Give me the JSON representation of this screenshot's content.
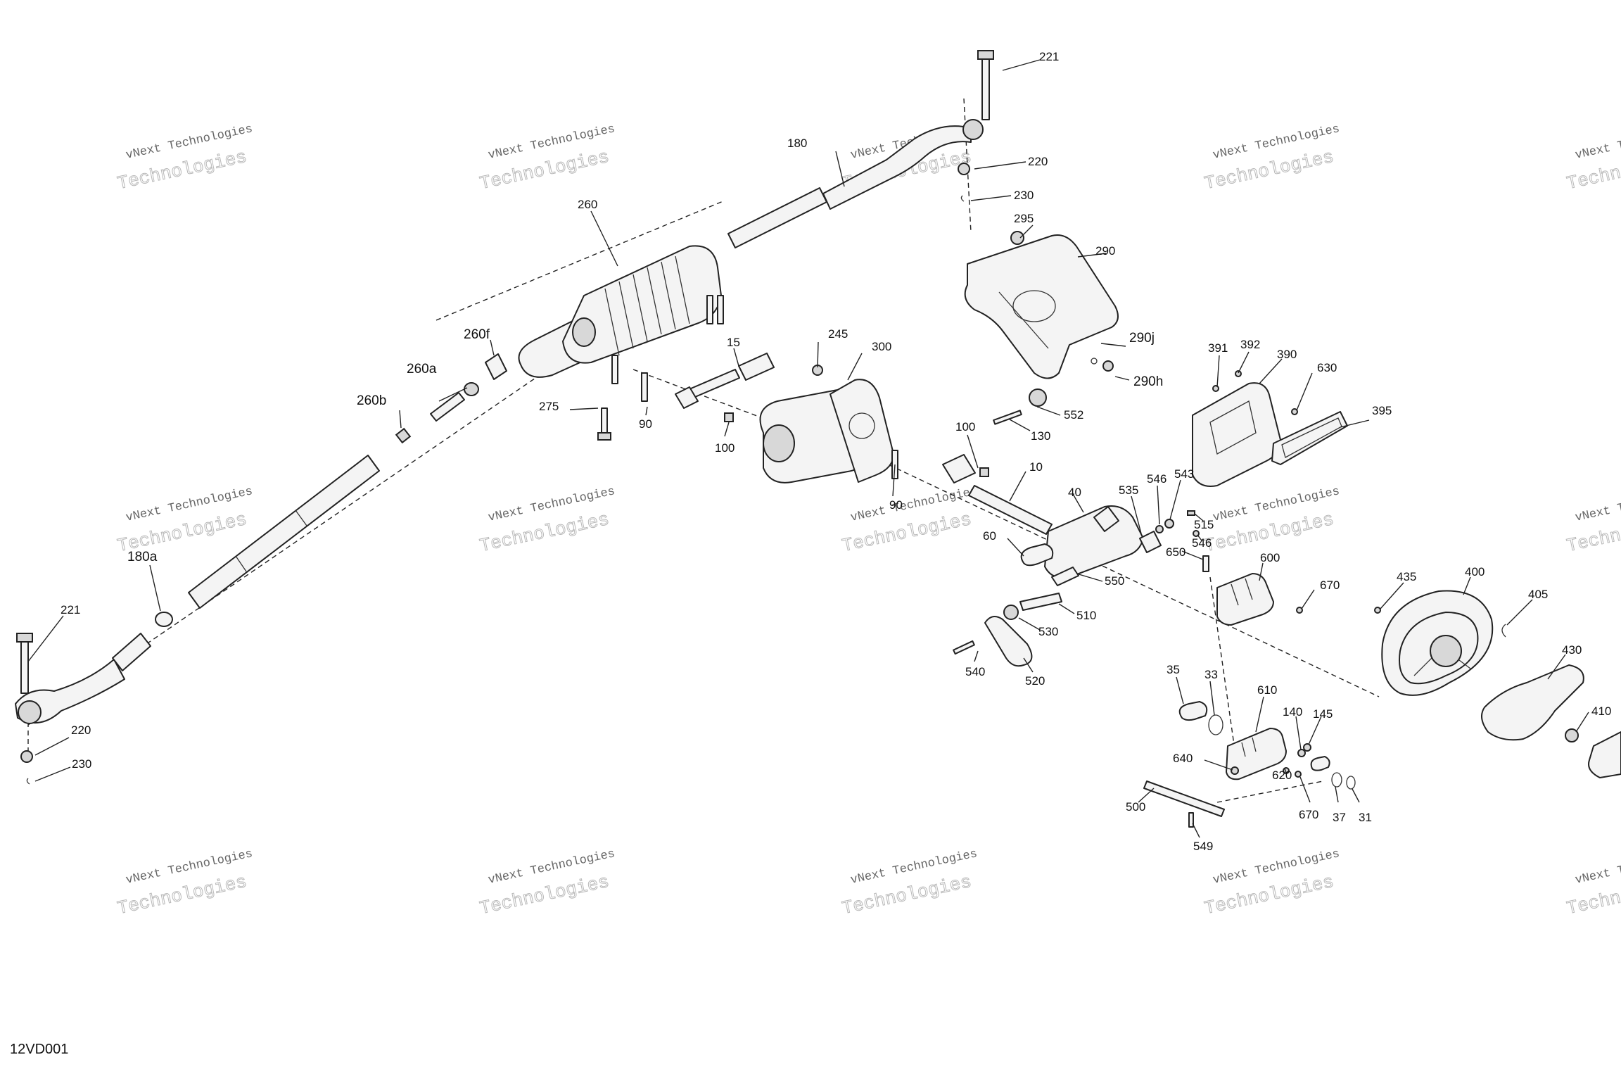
{
  "figure_code": "12VD001",
  "watermark": {
    "line1": "vNext Technologies",
    "line2": "Technologies",
    "line3": "vNext"
  },
  "callouts": {
    "c221_top": "221",
    "c180": "180",
    "c220_top": "220",
    "c230_top": "230",
    "c260": "260",
    "c295": "295",
    "c290": "290",
    "c15": "15",
    "c245": "245",
    "c300": "300",
    "c260f": "260f",
    "c290j": "290j",
    "c290h": "290h",
    "c391": "391",
    "c392": "392",
    "c390": "390",
    "c630": "630",
    "c260a": "260a",
    "c260b": "260b",
    "c275": "275",
    "c90_a": "90",
    "c100_a": "100",
    "c552": "552",
    "c130": "130",
    "c395": "395",
    "c100_b": "100",
    "c10": "10",
    "c90_b": "90",
    "c40": "40",
    "c535": "535",
    "c546_a": "546",
    "c543": "543",
    "c515": "515",
    "c546_b": "546",
    "c650": "650",
    "c60": "60",
    "c600": "600",
    "c550": "550",
    "c435": "435",
    "c400": "400",
    "c670_a": "670",
    "c405": "405",
    "c510": "510",
    "c530": "530",
    "c430": "430",
    "c540": "540",
    "c520": "520",
    "c35": "35",
    "c33": "33",
    "c610": "610",
    "c410": "410",
    "c140": "140",
    "c145": "145",
    "c640": "640",
    "c620": "620",
    "c670_b": "670",
    "c37": "37",
    "c31": "31",
    "c500": "500",
    "c549": "549",
    "c180a": "180a",
    "c221_left": "221",
    "c220_left": "220",
    "c230_left": "230"
  }
}
